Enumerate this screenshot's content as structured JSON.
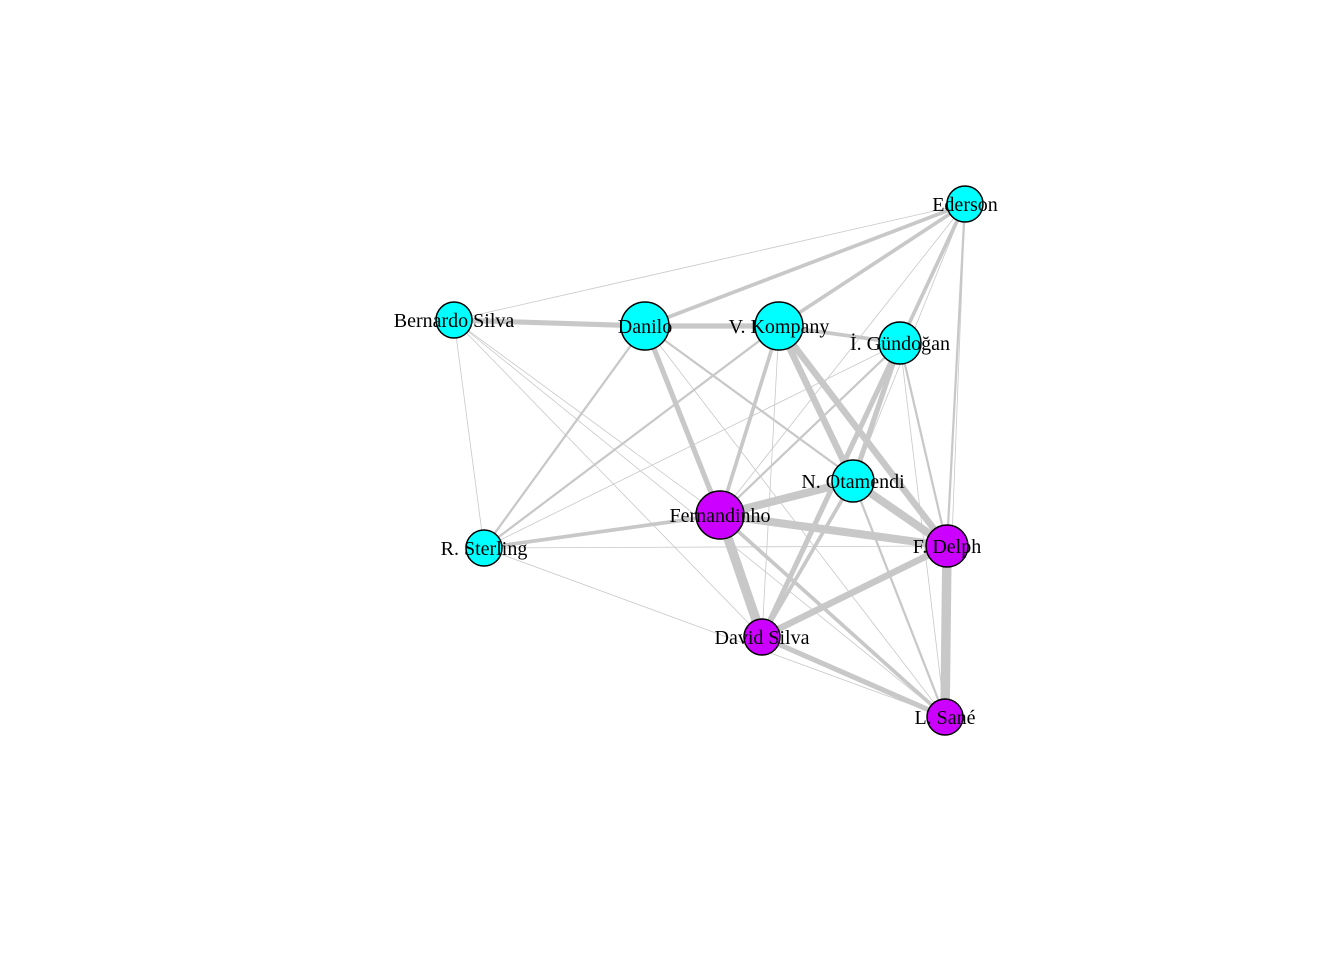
{
  "colors": {
    "group_a": "#00FFFF",
    "group_b": "#CC00FF",
    "edge": "#C8C8C8",
    "node_stroke": "#000000"
  },
  "nodes": [
    {
      "id": "ederson",
      "label": "Ederson",
      "group": "a",
      "size": 1
    },
    {
      "id": "bernardo-silva",
      "label": "Bernardo Silva",
      "group": "a",
      "size": 1
    },
    {
      "id": "danilo",
      "label": "Danilo",
      "group": "a",
      "size": 3
    },
    {
      "id": "v-kompany",
      "label": "V. Kompany",
      "group": "a",
      "size": 3
    },
    {
      "id": "gundogan",
      "label": "İ. Gündoğan",
      "group": "a",
      "size": 2
    },
    {
      "id": "n-otamendi",
      "label": "N. Otamendi",
      "group": "a",
      "size": 2
    },
    {
      "id": "fernandinho",
      "label": "Fernandinho",
      "group": "b",
      "size": 3
    },
    {
      "id": "r-sterling",
      "label": "R. Sterling",
      "group": "a",
      "size": 1
    },
    {
      "id": "f-delph",
      "label": "F. Delph",
      "group": "b",
      "size": 2
    },
    {
      "id": "david-silva",
      "label": "David Silva",
      "group": "b",
      "size": 1
    },
    {
      "id": "l-sane",
      "label": "L. Sané",
      "group": "b",
      "size": 1
    }
  ],
  "edges": [
    {
      "source": "bernardo-silva",
      "target": "danilo",
      "weight": 4
    },
    {
      "source": "danilo",
      "target": "v-kompany",
      "weight": 4
    },
    {
      "source": "v-kompany",
      "target": "gundogan",
      "weight": 3
    },
    {
      "source": "bernardo-silva",
      "target": "ederson",
      "weight": 1
    },
    {
      "source": "danilo",
      "target": "ederson",
      "weight": 3
    },
    {
      "source": "v-kompany",
      "target": "ederson",
      "weight": 3
    },
    {
      "source": "gundogan",
      "target": "ederson",
      "weight": 3
    },
    {
      "source": "n-otamendi",
      "target": "ederson",
      "weight": 1
    },
    {
      "source": "f-delph",
      "target": "ederson",
      "weight": 2
    },
    {
      "source": "l-sane",
      "target": "ederson",
      "weight": 1
    },
    {
      "source": "fernandinho",
      "target": "ederson",
      "weight": 1
    },
    {
      "source": "bernardo-silva",
      "target": "r-sterling",
      "weight": 1
    },
    {
      "source": "bernardo-silva",
      "target": "fernandinho",
      "weight": 1
    },
    {
      "source": "bernardo-silva",
      "target": "david-silva",
      "weight": 1
    },
    {
      "source": "bernardo-silva",
      "target": "l-sane",
      "weight": 1
    },
    {
      "source": "danilo",
      "target": "fernandinho",
      "weight": 4
    },
    {
      "source": "danilo",
      "target": "r-sterling",
      "weight": 2
    },
    {
      "source": "danilo",
      "target": "f-delph",
      "weight": 2
    },
    {
      "source": "danilo",
      "target": "l-sane",
      "weight": 1
    },
    {
      "source": "v-kompany",
      "target": "fernandinho",
      "weight": 3
    },
    {
      "source": "v-kompany",
      "target": "n-otamendi",
      "weight": 5
    },
    {
      "source": "v-kompany",
      "target": "f-delph",
      "weight": 5
    },
    {
      "source": "v-kompany",
      "target": "r-sterling",
      "weight": 2
    },
    {
      "source": "v-kompany",
      "target": "david-silva",
      "weight": 1
    },
    {
      "source": "gundogan",
      "target": "n-otamendi",
      "weight": 4
    },
    {
      "source": "gundogan",
      "target": "david-silva",
      "weight": 4
    },
    {
      "source": "gundogan",
      "target": "f-delph",
      "weight": 2
    },
    {
      "source": "gundogan",
      "target": "fernandinho",
      "weight": 2
    },
    {
      "source": "gundogan",
      "target": "r-sterling",
      "weight": 1
    },
    {
      "source": "gundogan",
      "target": "l-sane",
      "weight": 1
    },
    {
      "source": "n-otamendi",
      "target": "fernandinho",
      "weight": 6
    },
    {
      "source": "n-otamendi",
      "target": "f-delph",
      "weight": 6
    },
    {
      "source": "n-otamendi",
      "target": "david-silva",
      "weight": 3
    },
    {
      "source": "n-otamendi",
      "target": "l-sane",
      "weight": 2
    },
    {
      "source": "fernandinho",
      "target": "f-delph",
      "weight": 6
    },
    {
      "source": "fernandinho",
      "target": "david-silva",
      "weight": 7
    },
    {
      "source": "fernandinho",
      "target": "r-sterling",
      "weight": 3
    },
    {
      "source": "fernandinho",
      "target": "l-sane",
      "weight": 3
    },
    {
      "source": "r-sterling",
      "target": "f-delph",
      "weight": 1
    },
    {
      "source": "r-sterling",
      "target": "l-sane",
      "weight": 1
    },
    {
      "source": "f-delph",
      "target": "david-silva",
      "weight": 5
    },
    {
      "source": "f-delph",
      "target": "l-sane",
      "weight": 7
    },
    {
      "source": "david-silva",
      "target": "l-sane",
      "weight": 4
    }
  ]
}
